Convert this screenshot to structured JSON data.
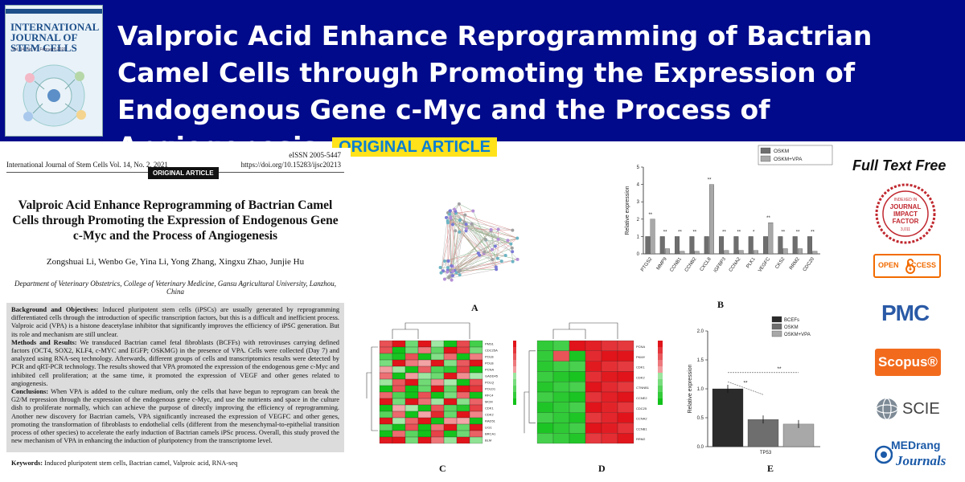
{
  "banner": {
    "title": "Valproic Acid Enhance Reprogramming of Bactrian Camel Cells through Promoting the Expression of Endogenous Gene c-Myc and the Process of Angiogenesis",
    "badge": "ORIGINAL ARTICLE",
    "cover_journal": "INTERNATIONAL JOURNAL OF STEM CELLS",
    "cover_volume": "Vol. 14, No. 1 · February 2021",
    "colors": {
      "banner": "#000a8a",
      "badge_bg": "#ffe21a",
      "badge_text": "#0a7fd1"
    }
  },
  "paper": {
    "issn": "eISSN 2005-5447",
    "journal_line": "International Journal of Stem Cells Vol. 14, No. 2, 2021",
    "doi": "https://doi.org/10.15283/ijsc20213",
    "article_type": "ORIGINAL ARTICLE",
    "title": "Valproic Acid Enhance Reprogramming of Bactrian Camel Cells through Promoting the Expression of Endogenous Gene c-Myc and the Process of Angiogenesis",
    "authors": "Zongshuai Li, Wenbo Ge, Yina Li, Yong Zhang, Xingxu Zhao, Junjie Hu",
    "affiliation": "Department of Veterinary Obstetrics, College of Veterinary Medicine, Gansu Agricultural University, Lanzhou, China",
    "abstract": {
      "background_label": "Background and Objectives:",
      "background": "Induced pluripotent stem cells (iPSCs) are usually generated by reprogramming differentiated cells through the introduction of specific transcription factors, but this is a difficult and inefficient process. Valproic acid (VPA) is a histone deacetylase inhibitor that significantly improves the efficiency of iPSC generation. But its role and mechanism are still unclear.",
      "methods_label": "Methods and Results:",
      "methods": "We transduced Bactrian camel fetal fibroblasts (BCFFs) with retroviruses carrying defined factors (OCT4, SOX2, KLF4, c-MYC and EGFP; OSKMG) in the presence of VPA. Cells were collected (Day 7) and analyzed using RNA-seq technology. Afterwards, different groups of cells and transcriptomics results were detected by PCR and qRT-PCR technology. The results showed that VPA promoted the expression of the endogenous gene c-Myc and inhibited cell proliferation; at the same time, it promoted the expression of VEGF and other genes related to angiogenesis.",
      "conclusions_label": "Conclusions:",
      "conclusions": "When VPA is added to the culture medium, only the cells that have begun to reprogram can break the G2/M repression through the expression of the endogenous gene c-Myc, and use the nutrients and space in the culture dish to proliferate normally, which can achieve the purpose of directly improving the efficiency of reprogramming. Another new discovery for Bactrian camels, VPA significantly increased the expression of VEGFC and other genes, promoting the transformation of fibroblasts to endothelial cells (different from the mesenchymal-to-epithelial transition process of other species) to accelerate the early induction of Bactrian camels iPSc process. Overall, this study proved the new mechanism of VPA in enhancing the induction of pluripotency from the transcriptome level."
    },
    "keywords_label": "Keywords:",
    "keywords": "Induced pluripotent stem cells, Bactrian camel, Valproic acid, RNA-seq"
  },
  "figures": {
    "labels": [
      "A",
      "B",
      "C",
      "D",
      "E"
    ],
    "chart_b": {
      "type": "bar",
      "ylabel": "Relative expression",
      "ylim": [
        0,
        5
      ],
      "yticks": [
        "0",
        "1",
        "2",
        "3",
        "4",
        "5"
      ],
      "categories": [
        "PTGS2",
        "MMP9",
        "CCNB1",
        "CCNB2",
        "CXCL8",
        "IGFBP3",
        "CCNA2",
        "PLK1",
        "VEGFC",
        "CKS2",
        "RRM2",
        "CDC20"
      ],
      "series": [
        {
          "name": "OSKM",
          "values": [
            1,
            1,
            1,
            1,
            1,
            1,
            1,
            1,
            1,
            1,
            1,
            1
          ]
        },
        {
          "name": "OSKM+VPA",
          "values": [
            2.0,
            0.3,
            0.15,
            0.15,
            4.0,
            0.2,
            0.2,
            0.2,
            1.8,
            0.3,
            0.3,
            0.15
          ]
        }
      ],
      "significance": [
        "**",
        "**",
        "**",
        "**",
        "**",
        "**",
        "**",
        "*",
        "**",
        "**",
        "**",
        "**"
      ]
    },
    "chart_e": {
      "type": "bar",
      "ylabel": "Relative expression",
      "ylim": [
        0,
        2.0
      ],
      "yticks": [
        "0.0",
        "0.5",
        "1.0",
        "1.5",
        "2.0"
      ],
      "categories": [
        "TP53"
      ],
      "series": [
        {
          "name": "BCEFs",
          "values": [
            1.0
          ]
        },
        {
          "name": "OSKM",
          "values": [
            0.47
          ]
        },
        {
          "name": "OSKM+VPA",
          "values": [
            0.39
          ]
        }
      ],
      "significance": [
        "**",
        "**"
      ]
    },
    "heatmap_c_rows": [
      "PMS1",
      "CDC25A",
      "POLB",
      "POLB",
      "PCNA",
      "GADD45",
      "POLQ",
      "POLD1",
      "RFC4",
      "MCM",
      "CDK1",
      "CDK2",
      "RAD51",
      "LIG1",
      "BRCA1",
      "BLM"
    ],
    "heatmap_d_rows": [
      "PCNA",
      "PKMY",
      "CDK1",
      "CDK2",
      "CTNNB1",
      "CCNE2",
      "CDC25",
      "CCNA2",
      "CCNB1",
      "RRM2"
    ],
    "colors": {
      "dark_bar": "#2b2b2b",
      "mid_bar": "#6e6e6e",
      "light_bar": "#a8a8a8",
      "heat_high": "#e0141a",
      "heat_low": "#12c21a"
    }
  },
  "sidebar": {
    "full_text": "Full Text Free",
    "jif_line1": "INDEXED IN",
    "jif_line2": "JOURNAL",
    "jif_line3": "IMPACT",
    "jif_line4": "FACTOR",
    "jif_value": "3,011",
    "open_access_left": "OPEN",
    "open_access_right": "ACCESS",
    "pmc": "PMC",
    "scopus": "Scopus®",
    "scie": "SCIE",
    "medrang_1": "MEDrang",
    "medrang_2": "Journals"
  }
}
